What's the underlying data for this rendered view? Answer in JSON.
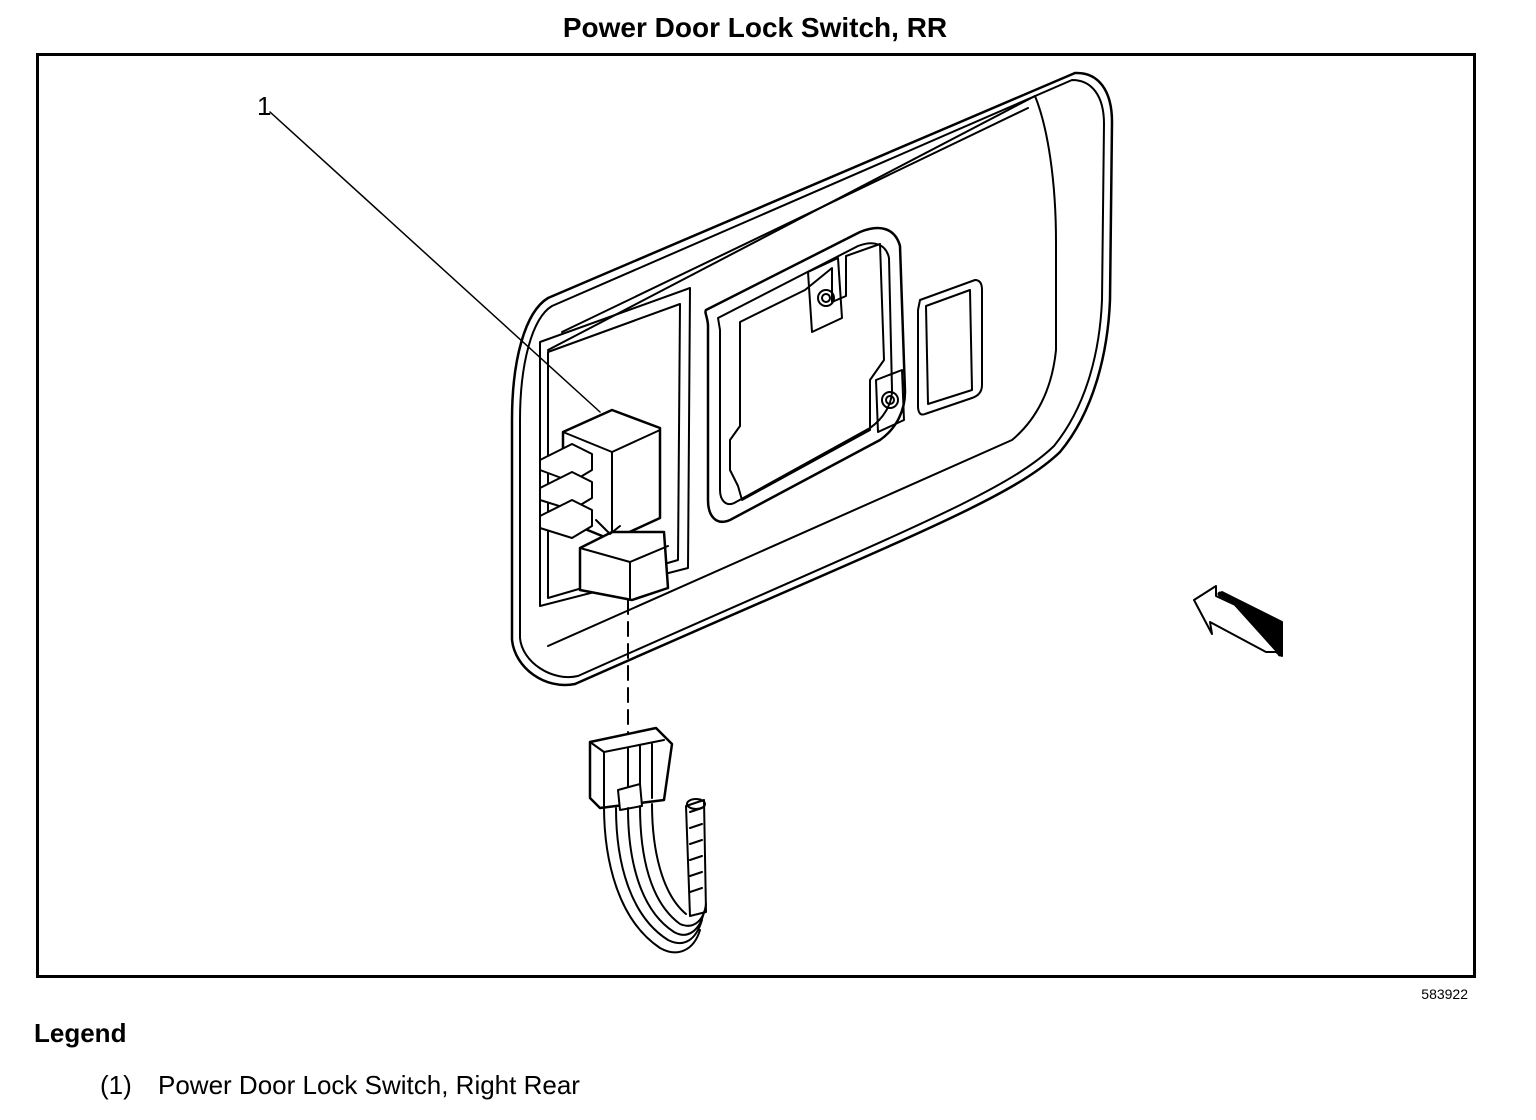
{
  "title": "Power Door Lock Switch, RR",
  "callouts": [
    {
      "label": "1"
    }
  ],
  "figure_id": "583922",
  "legend": {
    "heading": "Legend",
    "items": [
      {
        "num": "(1)",
        "text": "Power Door Lock Switch, Right Rear"
      }
    ]
  },
  "icons": [
    "door-panel-icon",
    "switch-module-icon",
    "wiring-connector-icon",
    "direction-arrow-icon"
  ]
}
